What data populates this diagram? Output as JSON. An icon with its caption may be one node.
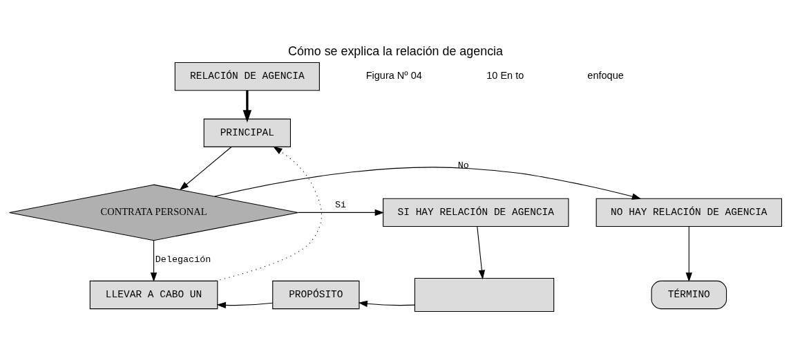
{
  "diagram": {
    "title": "Cómo se explica la relación de agencia",
    "nodes": [
      {
        "text": [
          "RELACIÓN DE AGENCIA"
        ]
      },
      {
        "text": [
          "PRINCIPAL"
        ]
      },
      {
        "text": [
          "TÉRMINO"
        ]
      },
      {
        "text": [
          "NO HAY RELACIÓN DE AGENCIA"
        ]
      },
      {
        "text": [
          "CONTRATA PERSONAL"
        ]
      },
      {
        "text": [
          "SI HAY RELACIÓN DE AGENCIA"
        ]
      },
      {
        "text": [
          "LLEVAR A CABO UN"
        ]
      },
      {
        "text": [
          "PROPÓSITO"
        ]
      },
      {
        "text": [],
        "shape": "box"
      }
    ],
    "edges": [
      {
        "from": 0,
        "to": 1,
        "arrow": "to",
        "style": "thick"
      },
      {
        "from": 1,
        "to": 4,
        "arrow": "to"
      },
      {
        "from": 4,
        "to": 3,
        "arrow": "to",
        "label": "No"
      },
      {
        "from": 4,
        "to": 5,
        "arrow": "to",
        "label": "Si"
      },
      {
        "from": 3,
        "to": 2,
        "arrow": "to"
      },
      {
        "from": 4,
        "to": 6,
        "arrow": "to",
        "label": "Delegación"
      },
      {
        "from": 5,
        "to": 8,
        "arrow": "to"
      },
      {
        "from": 8,
        "to": 7,
        "arrow": "to"
      },
      {
        "from": 7,
        "to": 6,
        "arrow": "to"
      },
      {
        "from": 6,
        "to": 1,
        "arrow": "to",
        "style": "dashed"
      }
    ],
    "labels": [
      "Figura Nº 04",
      "10 En to",
      "enfoque"
    ]
  }
}
